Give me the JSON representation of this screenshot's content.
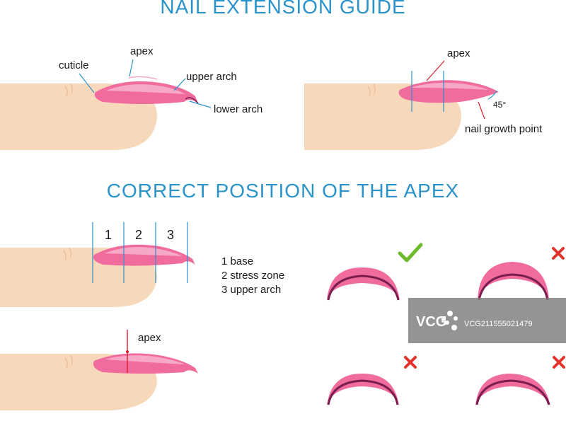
{
  "titles": {
    "main": "NAIL EXTENSION GUIDE",
    "section": "CORRECT POSITION OF THE APEX"
  },
  "diagram1": {
    "cuticle": "cuticle",
    "apex": "apex",
    "upper_arch": "upper arch",
    "lower_arch": "lower arch"
  },
  "diagram2": {
    "apex": "apex",
    "angle": "45°",
    "growth_point": "nail growth point"
  },
  "zones": {
    "n1": "1",
    "n2": "2",
    "n3": "3",
    "legend": [
      "1 base",
      "2 stress zone",
      "3 upper arch"
    ]
  },
  "diagram4": {
    "apex": "apex"
  },
  "arch_examples": [
    {
      "status": "correct",
      "icon": "check-icon"
    },
    {
      "status": "incorrect",
      "icon": "cross-icon"
    },
    {
      "status": "incorrect",
      "icon": "cross-icon"
    },
    {
      "status": "incorrect",
      "icon": "cross-icon"
    }
  ],
  "watermark": {
    "logo": "VCG",
    "text": "VCG211555021479"
  },
  "colors": {
    "title": "#2a93c9",
    "skin": "#f8d8bb",
    "nail": "#f06c9d",
    "nail_light": "#f7a8c6",
    "arch_dark": "#7a1d4f",
    "guide_line": "#2a93c9",
    "red_line": "#d81e2e",
    "check": "#6dbb2d",
    "cross": "#e0342d"
  }
}
